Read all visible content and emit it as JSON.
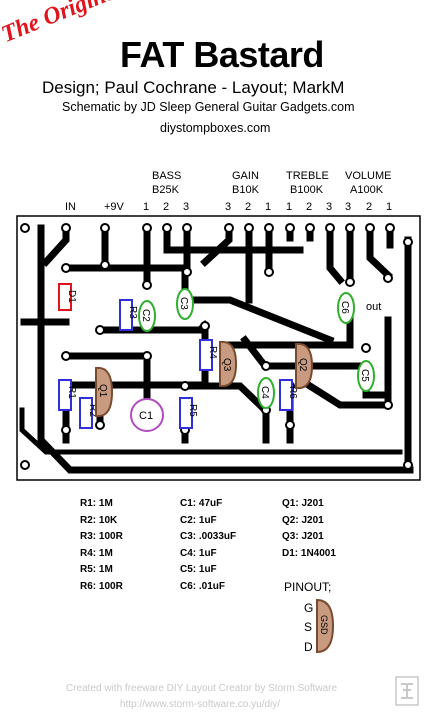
{
  "header": {
    "the_original": "The Original",
    "title": "FAT Bastard",
    "design_line": "Design; Paul Cochrane - Layout; MarkM",
    "schematic_line": "Schematic by JD Sleep General Guitar Gadgets.com",
    "website": "diystompboxes.com"
  },
  "pots": {
    "bass": {
      "name": "BASS",
      "value": "B25K",
      "pins": [
        "1",
        "2",
        "3"
      ]
    },
    "gain": {
      "name": "GAIN",
      "value": "B10K",
      "pins": [
        "3",
        "2",
        "1"
      ]
    },
    "treble": {
      "name": "TREBLE",
      "value": "B100K",
      "pins": [
        "1",
        "2",
        "3"
      ]
    },
    "volume": {
      "name": "VOLUME",
      "value": "A100K",
      "pins": [
        "3",
        "2",
        "1"
      ]
    }
  },
  "board": {
    "in_label": "IN",
    "v9_label": "+9V",
    "out_label": "out",
    "components": {
      "r1": "R1",
      "r2": "R2",
      "r3": "R3",
      "r4": "R4",
      "r5": "R5",
      "r6": "R6",
      "c1": "C1",
      "c2": "C2",
      "c3": "C3",
      "c4": "C4",
      "c5": "C5",
      "c6": "C6",
      "q1": "Q1",
      "q2": "Q2",
      "q3": "Q3",
      "d1": "D1"
    }
  },
  "parts_list": {
    "resistors": [
      "R1: 1M",
      "R2: 10K",
      "R3: 100R",
      "R4: 1M",
      "R5: 1M",
      "R6: 100R"
    ],
    "capacitors": [
      "C1: 47uF",
      "C2: 1uF",
      "C3: .0033uF",
      "C4: 1uF",
      "C5: 1uF",
      "C6: .01uF"
    ],
    "semis": [
      "Q1: J201",
      "Q2: J201",
      "Q3: J201",
      "D1: 1N4001"
    ]
  },
  "pinout": {
    "title": "PINOUT;",
    "pins": [
      "G",
      "S",
      "D"
    ],
    "package_label": "GSD"
  },
  "footer": {
    "credit": "Created with freeware DIY Layout Creator by Storm Software",
    "url": "http://www.storm-software.co.yu/diy/"
  },
  "colors": {
    "title_red": "#e0141c",
    "resistor_blue": "#3030d8",
    "cap_green": "#30b030",
    "electrolytic_purple": "#b04cc0",
    "transistor_brown": "#7a4a2e",
    "trace_black": "#000000"
  }
}
